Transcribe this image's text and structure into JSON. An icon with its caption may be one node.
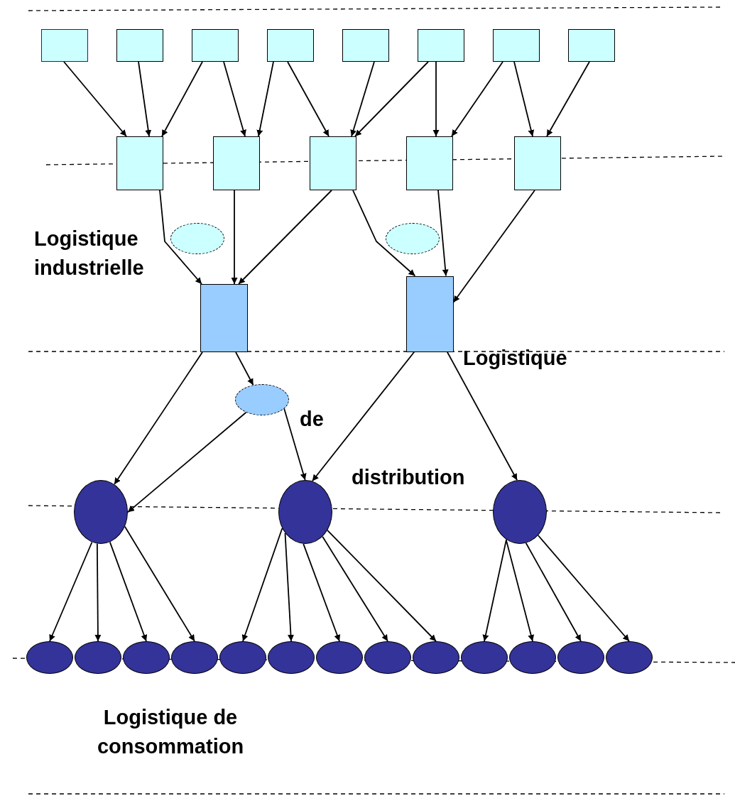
{
  "diagram": {
    "nodes": [
      {
        "text": [],
        "shape": "box"
      },
      {
        "text": [],
        "shape": "box"
      },
      {
        "text": [],
        "shape": "box"
      },
      {
        "text": [],
        "shape": "box"
      },
      {
        "text": [],
        "shape": "box"
      },
      {
        "text": [],
        "shape": "box"
      },
      {
        "text": [],
        "shape": "box"
      },
      {
        "text": [],
        "shape": "box"
      },
      {
        "text": [],
        "shape": "box"
      },
      {
        "text": [],
        "shape": "box"
      },
      {
        "text": [],
        "shape": "box"
      },
      {
        "text": [],
        "shape": "box"
      },
      {
        "text": [],
        "shape": "box"
      },
      {
        "text": [],
        "shape": "ellipse"
      },
      {
        "text": [],
        "shape": "ellipse"
      },
      {
        "text": [],
        "shape": "box"
      },
      {
        "text": [],
        "shape": "box"
      },
      {
        "text": [],
        "shape": "ellipse"
      },
      {
        "text": [],
        "shape": "circle"
      },
      {
        "text": [],
        "shape": "circle"
      },
      {
        "text": [],
        "shape": "circle"
      },
      {
        "text": [],
        "shape": "ellipse"
      },
      {
        "text": [],
        "shape": "ellipse"
      },
      {
        "text": [],
        "shape": "ellipse"
      },
      {
        "text": [],
        "shape": "ellipse"
      },
      {
        "text": [],
        "shape": "ellipse"
      },
      {
        "text": [],
        "shape": "ellipse"
      },
      {
        "text": [],
        "shape": "ellipse"
      },
      {
        "text": [],
        "shape": "ellipse"
      },
      {
        "text": [],
        "shape": "ellipse"
      },
      {
        "text": [],
        "shape": "ellipse"
      },
      {
        "text": [],
        "shape": "ellipse"
      },
      {
        "text": [],
        "shape": "ellipse"
      },
      {
        "text": [],
        "shape": "ellipse"
      }
    ],
    "edges": [
      {
        "from": 0,
        "to": 8,
        "arrow": "to"
      },
      {
        "from": 1,
        "to": 8,
        "arrow": "to"
      },
      {
        "from": 2,
        "to": 8,
        "arrow": "to"
      },
      {
        "from": 2,
        "to": 9,
        "arrow": "to"
      },
      {
        "from": 3,
        "to": 9,
        "arrow": "to"
      },
      {
        "from": 3,
        "to": 10,
        "arrow": "to"
      },
      {
        "from": 4,
        "to": 10,
        "arrow": "to"
      },
      {
        "from": 5,
        "to": 10,
        "arrow": "to"
      },
      {
        "from": 5,
        "to": 11,
        "arrow": "to"
      },
      {
        "from": 6,
        "to": 11,
        "arrow": "to"
      },
      {
        "from": 6,
        "to": 12,
        "arrow": "to"
      },
      {
        "from": 7,
        "to": 12,
        "arrow": "to"
      },
      {
        "from": 8,
        "to": 15,
        "arrow": "to"
      },
      {
        "from": 9,
        "to": 15,
        "arrow": "to"
      },
      {
        "from": 10,
        "to": 15,
        "arrow": "to"
      },
      {
        "from": 10,
        "to": 16,
        "arrow": "to"
      },
      {
        "from": 11,
        "to": 16,
        "arrow": "to"
      },
      {
        "from": 12,
        "to": 16,
        "arrow": "to"
      },
      {
        "from": 15,
        "to": 18,
        "arrow": "to"
      },
      {
        "from": 15,
        "to": 17,
        "arrow": "to"
      },
      {
        "from": 17,
        "to": 18,
        "arrow": "to"
      },
      {
        "from": 17,
        "to": 19,
        "arrow": "to"
      },
      {
        "from": 16,
        "to": 19,
        "arrow": "to"
      },
      {
        "from": 16,
        "to": 20,
        "arrow": "to"
      },
      {
        "from": 18,
        "to": 21,
        "arrow": "to"
      },
      {
        "from": 18,
        "to": 22,
        "arrow": "to"
      },
      {
        "from": 18,
        "to": 23,
        "arrow": "to"
      },
      {
        "from": 18,
        "to": 24,
        "arrow": "to"
      },
      {
        "from": 19,
        "to": 25,
        "arrow": "to"
      },
      {
        "from": 19,
        "to": 26,
        "arrow": "to"
      },
      {
        "from": 19,
        "to": 27,
        "arrow": "to"
      },
      {
        "from": 19,
        "to": 28,
        "arrow": "to"
      },
      {
        "from": 19,
        "to": 29,
        "arrow": "to"
      },
      {
        "from": 20,
        "to": 30,
        "arrow": "to"
      },
      {
        "from": 20,
        "to": 31,
        "arrow": "to"
      },
      {
        "from": 20,
        "to": 32,
        "arrow": "to"
      },
      {
        "from": 20,
        "to": 33,
        "arrow": "to"
      }
    ],
    "labels": [
      "Logistique industrielle",
      "Logistique",
      "de",
      "distribution",
      "Logistique de consommation"
    ]
  }
}
